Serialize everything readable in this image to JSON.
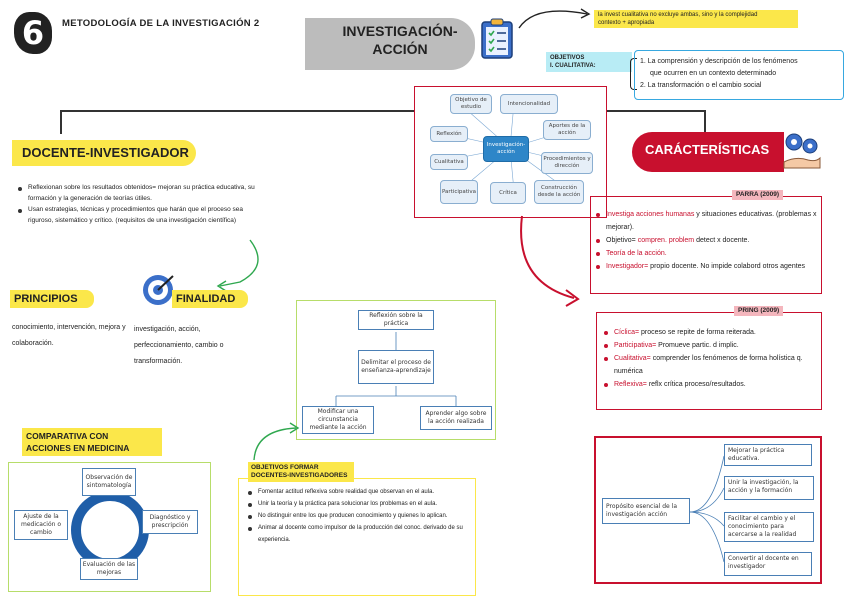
{
  "header": {
    "number": "6",
    "title": "METODOLOGÍA DE LA INVESTIGACIÓN 2"
  },
  "main_title": {
    "line1": "INVESTIGACIÓN-",
    "line2": "ACCIÓN"
  },
  "top_note": {
    "line1": "la invest cualitativa no excluye ambas, sino y la complejidad",
    "line2": "contexto + apropiada"
  },
  "objetivos": {
    "label_line1": "OBJETIVOS",
    "label_line2": "I. CUALITATIVA:",
    "items": [
      "1. La comprensión y descripción de los fenómenos",
      "que ocurren en un contexto determinado",
      "2. La transformación o el cambio social"
    ]
  },
  "center_diagram": {
    "center": "Investigación-acción",
    "nodes": [
      "Objetivo de estudio",
      "Intencionalidad",
      "Aportes de la acción",
      "Reflexión",
      "Cualitativa",
      "Procedimientos y dirección",
      "Participativa",
      "Crítica",
      "Construcción desde la acción"
    ]
  },
  "docente": {
    "title": "DOCENTE-INVESTIGADOR",
    "bullets": [
      "Reflexionan sobre los resultados obtenidos= mejoran su práctica educativa, su formación y la generación de teorías útiles.",
      "Usan estrategias, técnicas y procedimientos que harán que el proceso sea riguroso, sistemático y crítico. (requisitos de una investigación científica)"
    ]
  },
  "principios": {
    "title": "PRINCIPIOS",
    "text": "conocimiento, intervención, mejora y colaboración."
  },
  "finalidad": {
    "title": "FINALIDAD",
    "text": "investigación, acción, perfeccionamiento, cambio o transformación."
  },
  "comparativa": {
    "title_line1": "COMPARATIVA CON",
    "title_line2": "ACCIONES EN MEDICINA",
    "nodes": [
      "Observación de sintomatología",
      "Diagnóstico y prescripción",
      "Evaluación de las mejoras",
      "Ajuste de la medicación o cambio"
    ]
  },
  "reflexion_flow": {
    "nodes": [
      "Reflexión sobre la práctica",
      "Delimitar el proceso de enseñanza-aprendizaje",
      "Modificar una circunstancia mediante la acción",
      "Aprender algo sobre la acción realizada"
    ]
  },
  "objetivos_formar": {
    "title_line1": "OBJETIVOS FORMAR",
    "title_line2": "DOCENTES-INVESTIGADORES",
    "bullets": [
      "Fomentar actitud reflexiva sobre realidad que observan en el aula.",
      "Unir la teoría y la práctica para solucionar los problemas en el aula.",
      "No distinguir entre los que producen conocimiento y quienes lo aplican.",
      "Animar al docente como impulsor de la producción del conoc. derivado de su experiencia."
    ]
  },
  "caracteristicas": {
    "title": "CARÁCTERÍSTICAS"
  },
  "parra": {
    "label": "PARRA (2009)",
    "items": [
      {
        "red": "Investiga acciones humanas",
        "rest": " y situaciones educativas. (problemas x mejorar)."
      },
      {
        "red": "",
        "rest": "Objetivo= ",
        "red2": "compren. problem",
        "rest2": " detect x docente."
      },
      {
        "red": "Teoría de la acción.",
        "rest": ""
      },
      {
        "red": "Investigador=",
        "rest": " propio docente. No impide colabord otros agentes"
      }
    ]
  },
  "pring": {
    "label": "PRING (2009)",
    "items": [
      {
        "red": "Cíclica=",
        "rest": " proceso se repite de forma reiterada."
      },
      {
        "red": "Participativa=",
        "rest": " Promueve partic. d implic."
      },
      {
        "red": "Cualitativa=",
        "rest": " comprender los fenómenos de forma holística q. numérica"
      },
      {
        "red": "Reflexiva=",
        "rest": " reflx crítica proceso/resultados."
      }
    ]
  },
  "proposito": {
    "root": "Propósito esencial de la investigación acción",
    "leaves": [
      "Mejorar la práctica educativa.",
      "Unir la investigación, la acción y la formación",
      "Facilitar el cambio y el conocimiento para acercarse a la realidad",
      "Convertir al docente en investigador"
    ]
  }
}
